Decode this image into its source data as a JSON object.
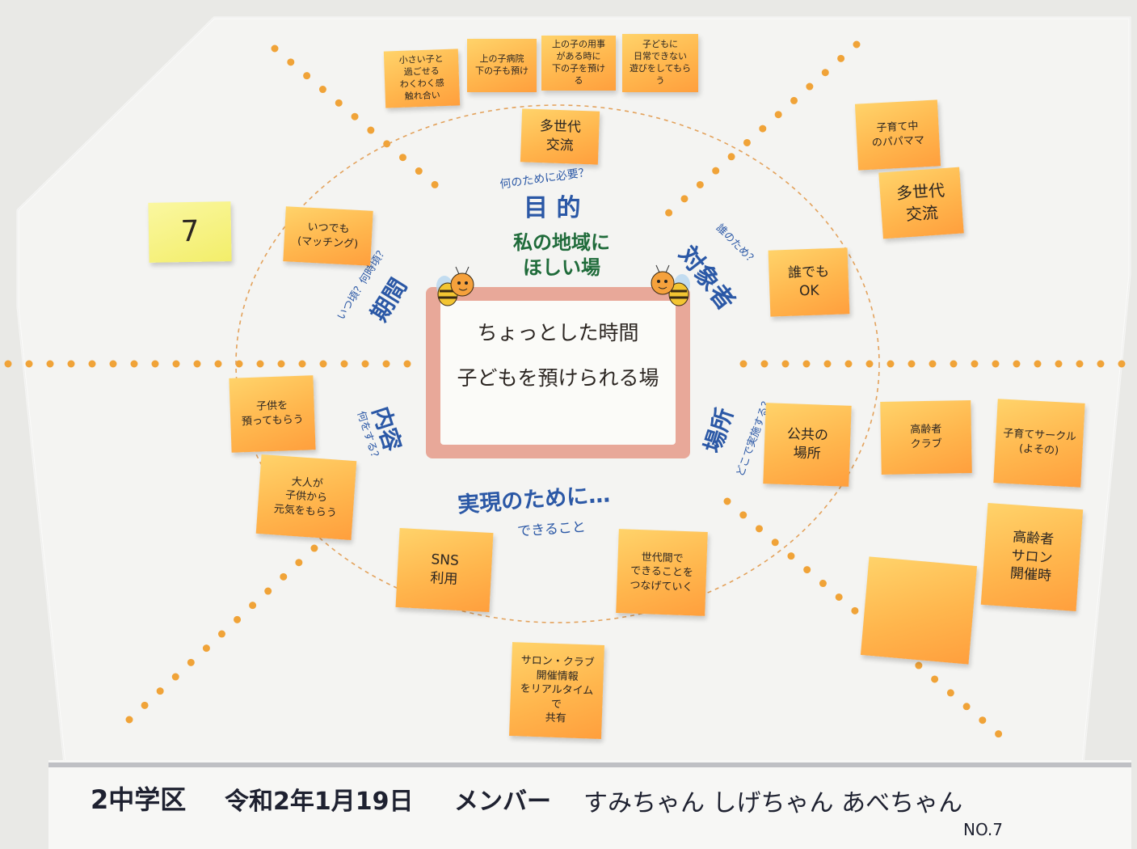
{
  "poster": {
    "center_heading": [
      "私の地域に",
      "ほしい場"
    ],
    "center_box": [
      "ちょっとした時間",
      "子どもを預けられる場"
    ],
    "categories": {
      "purpose": {
        "label": "目 的",
        "sub": "何のために必要？"
      },
      "target": {
        "label": "対象者",
        "sub": "誰のため？"
      },
      "place": {
        "label": "場所",
        "sub": "どこで実施する？"
      },
      "content": {
        "label": "内容",
        "sub": "何をする？"
      },
      "period": {
        "label": "期間",
        "sub": "いつ頃？何時頃？"
      },
      "realize": {
        "label": "実現のために…",
        "sub": "できること"
      }
    },
    "table_number_note": "7",
    "notes": {
      "n_top1": "小さい子と\n過ごせる\nわくわく感\n触れ合い",
      "n_top2": "上の子病院\n下の子も預け",
      "n_top3": "上の子の用事\nがある時に\n下の子を預ける",
      "n_top4": "子どもに\n日常できない\n遊びをしてもらう",
      "n_tasedai1": "多世代\n交流",
      "n_kosodate": "子育て中\nのパパママ",
      "n_tasedai2": "多世代\n交流",
      "n_itsudemo": "いつでも\n(マッチング)",
      "n_daredemo": "誰でも\nOK",
      "n_kodomo": "子供を\n預ってもらう",
      "n_otona": "大人が\n子供から\n元気をもらう",
      "n_kokyo": "公共の\n場所",
      "n_koreisha_club": "高齢者\nクラブ",
      "n_circle": "子育てサークル\n(よその)",
      "n_salon": "高齢者\nサロン\n開催時",
      "n_sns": "SNS\n利用",
      "n_sedai": "世代間で\nできることを\nつなげていく",
      "n_info": "サロン・クラブ\n開催情報\nをリアルタイムで\n共有",
      "n_blank": ""
    },
    "footer": {
      "district": "2中学区",
      "date": "令和2年1月19日",
      "members_label": "メンバー",
      "members": "すみちゃん しげちゃん あべちゃん",
      "number": "NO.7"
    }
  },
  "colors": {
    "dots": "#f0a338",
    "text_blue": "#2b58a6",
    "heading_green": "#1f6b3a",
    "frame_pink": "#e8a899",
    "note_orange": "#ffb64d",
    "note_yellow": "#f3ee6a"
  }
}
